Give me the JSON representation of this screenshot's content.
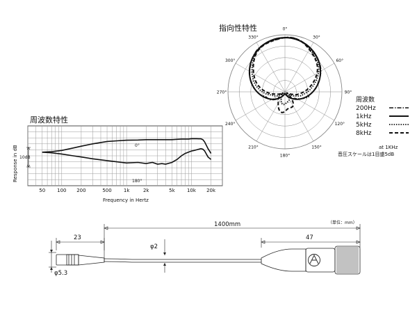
{
  "polar": {
    "title": "指向性特性",
    "angle_labels": [
      {
        "deg": 0,
        "text": "0°"
      },
      {
        "deg": 30,
        "text": "30°"
      },
      {
        "deg": 60,
        "text": "60°"
      },
      {
        "deg": 90,
        "text": "90°"
      },
      {
        "deg": 120,
        "text": "120°"
      },
      {
        "deg": 150,
        "text": "150°"
      },
      {
        "deg": 180,
        "text": "180°"
      },
      {
        "deg": 210,
        "text": "210°"
      },
      {
        "deg": 240,
        "text": "240°"
      },
      {
        "deg": 270,
        "text": "270°"
      },
      {
        "deg": 300,
        "text": "300°"
      },
      {
        "deg": 330,
        "text": "330°"
      }
    ],
    "legend_title": "周波数",
    "legend": [
      {
        "label": "200Hz",
        "style": "dashdot"
      },
      {
        "label": "1kHz",
        "style": "solid"
      },
      {
        "label": "5kHz",
        "style": "dotted"
      },
      {
        "label": "8kHz",
        "style": "dashed"
      }
    ],
    "note1": "at 1KHz",
    "note2": "音圧スケールは1目盛5dB"
  },
  "response": {
    "title": "周波数特性",
    "ylabel": "Response in dB",
    "xlabel": "Frequency in Hertz",
    "scale_label": "10dB",
    "x_ticks": [
      "50",
      "100",
      "200",
      "500",
      "1k",
      "2k",
      "5k",
      "10k",
      "20k"
    ],
    "curve_labels": {
      "front": "0°",
      "rear": "180°"
    }
  },
  "chart_data": {
    "type": "line",
    "title": "周波数特性",
    "xlabel": "Frequency in Hertz",
    "ylabel": "Response in dB",
    "x_scale": "log",
    "xlim": [
      30,
      30000
    ],
    "ylim_db": [
      -30,
      20
    ],
    "series": [
      {
        "name": "0°",
        "x": [
          50,
          70,
          100,
          150,
          200,
          300,
          500,
          700,
          1000,
          1500,
          2000,
          3000,
          4000,
          5000,
          6000,
          7000,
          8000,
          9000,
          10000,
          11000,
          12000,
          13000,
          14000,
          15000,
          16000,
          18000,
          20000
        ],
        "y": [
          0,
          0.5,
          1.5,
          3.5,
          5,
          7,
          9,
          9.5,
          10,
          10.2,
          10.5,
          10.5,
          10.5,
          10.5,
          10.8,
          11,
          11,
          11,
          11.3,
          11.3,
          11.3,
          11.2,
          11.2,
          10.5,
          8.5,
          3,
          -1
        ]
      },
      {
        "name": "180°",
        "x": [
          50,
          70,
          100,
          150,
          200,
          300,
          500,
          700,
          1000,
          1500,
          2000,
          2500,
          3000,
          3500,
          4000,
          5000,
          6000,
          7000,
          8000,
          9000,
          10000,
          11000,
          12000,
          13000,
          14000,
          15000,
          16000,
          18000,
          20000
        ],
        "y": [
          0,
          -0.5,
          -1.5,
          -3,
          -4,
          -5.5,
          -7,
          -8,
          -9,
          -8.5,
          -9.5,
          -8.5,
          -10,
          -9.5,
          -10,
          -8.5,
          -6,
          -3,
          -1,
          0,
          1,
          1.5,
          2,
          2.5,
          3,
          2.5,
          1,
          -4,
          -6
        ]
      }
    ]
  },
  "polar_data": {
    "type": "polar",
    "scale_note": "音圧スケールは1目盛5dB",
    "series": [
      {
        "name": "1kHz",
        "style": "solid",
        "pattern": "cardioid"
      },
      {
        "name": "200Hz",
        "style": "dashdot",
        "pattern": "cardioid"
      },
      {
        "name": "5kHz",
        "style": "dotted",
        "pattern": "supercardioid"
      },
      {
        "name": "8kHz",
        "style": "dashed",
        "pattern": "hypercardioid"
      }
    ]
  },
  "dimension": {
    "unit_note": "（単位：mm）",
    "total_length": "1400mm",
    "head_length": "23",
    "connector_length": "47",
    "cable_diameter": "φ2",
    "head_diameter": "φ5.3"
  }
}
